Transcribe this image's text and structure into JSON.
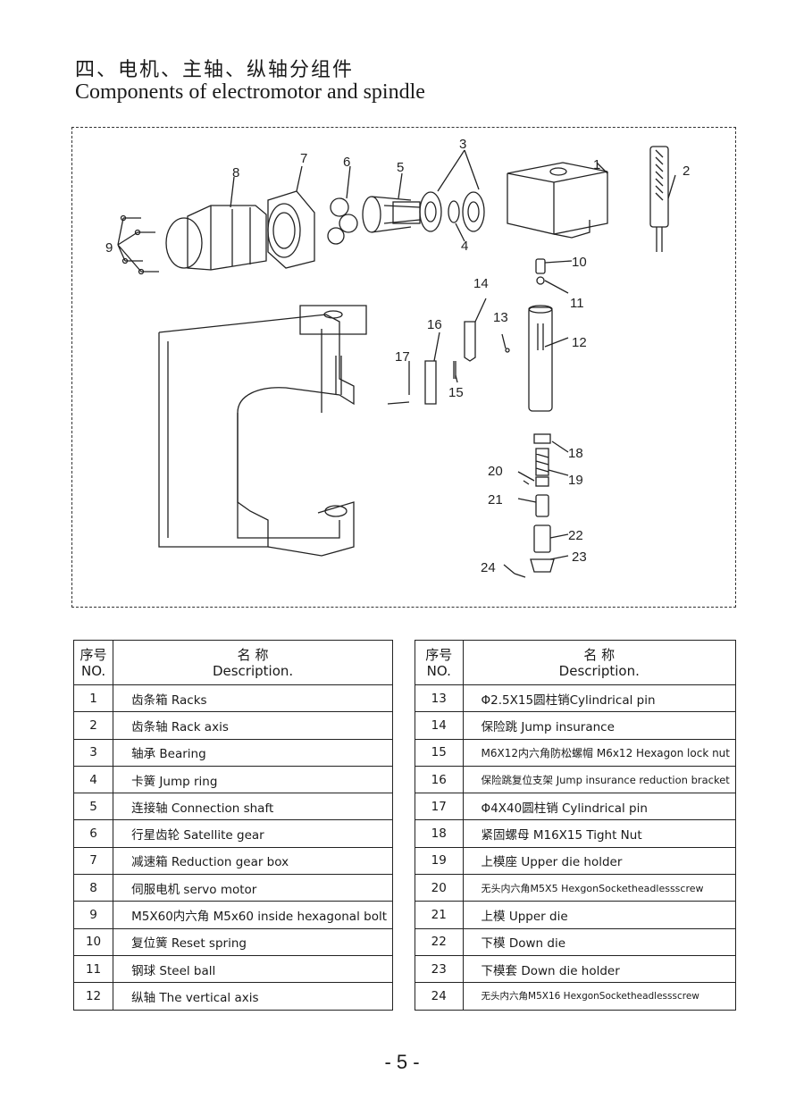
{
  "title": {
    "cn": "四、电机、主轴、纵轴分组件",
    "en": "Components of electromotor and spindle"
  },
  "diagram": {
    "callouts": [
      "1",
      "2",
      "3",
      "4",
      "5",
      "6",
      "7",
      "8",
      "9",
      "10",
      "11",
      "12",
      "13",
      "14",
      "15",
      "16",
      "17",
      "18",
      "19",
      "20",
      "21",
      "22",
      "23",
      "24"
    ]
  },
  "table": {
    "header": {
      "no_cn": "序号",
      "no_en": "NO.",
      "desc_cn": "名 称",
      "desc_en": "Description."
    },
    "left": [
      {
        "no": "1",
        "desc": "齿条箱  Racks"
      },
      {
        "no": "2",
        "desc": "齿条轴  Rack axis"
      },
      {
        "no": "3",
        "desc": "轴承      Bearing"
      },
      {
        "no": "4",
        "desc": "卡簧      Jump ring"
      },
      {
        "no": "5",
        "desc": "连接轴  Connection shaft"
      },
      {
        "no": "6",
        "desc": "行星齿轮  Satellite gear"
      },
      {
        "no": "7",
        "desc": "减速箱     Reduction gear box"
      },
      {
        "no": "8",
        "desc": "伺服电机  servo motor"
      },
      {
        "no": "9",
        "desc": "M5X60内六角 M5x60 inside hexagonal bolt"
      },
      {
        "no": "10",
        "desc": "复位簧  Reset spring"
      },
      {
        "no": "11",
        "desc": "钢球  Steel ball"
      },
      {
        "no": "12",
        "desc": "纵轴  The vertical axis"
      }
    ],
    "right": [
      {
        "no": "13",
        "desc": "Φ2.5X15圆柱销Cylindrical pin"
      },
      {
        "no": "14",
        "desc": "保险跳     Jump insurance"
      },
      {
        "no": "15",
        "desc": "M6X12内六角防松螺帽 M6x12 Hexagon lock nut"
      },
      {
        "no": "16",
        "desc": "保险跳复位支架 Jump insurance reduction bracket"
      },
      {
        "no": "17",
        "desc": "Φ4X40圆柱销 Cylindrical pin"
      },
      {
        "no": "18",
        "desc": "紧固螺母 M16X15 Tight Nut"
      },
      {
        "no": "19",
        "desc": "上模座 Upper die holder"
      },
      {
        "no": "20",
        "desc": "无头内六角M5X5 HexgonSocketheadlessscrew"
      },
      {
        "no": "21",
        "desc": "上模 Upper die"
      },
      {
        "no": "22",
        "desc": "下模 Down die"
      },
      {
        "no": "23",
        "desc": "下模套 Down die holder"
      },
      {
        "no": "24",
        "desc": "无头内六角M5X16 HexgonSocketheadlessscrew"
      }
    ]
  },
  "page_number": "- 5 -"
}
